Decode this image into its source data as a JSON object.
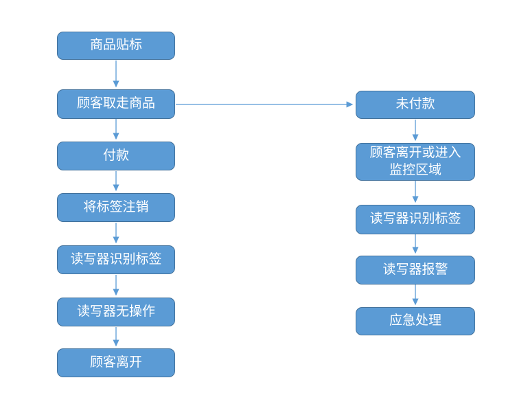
{
  "colors": {
    "background": "#ffffff",
    "node_fill": "#5b9bd5",
    "node_border": "#41719c",
    "node_text": "#ffffff",
    "arrow": "#5b9bd5"
  },
  "flowchart": {
    "left_column": [
      {
        "id": "product-labeling",
        "label": "商品贴标"
      },
      {
        "id": "customer-takes-goods",
        "label": "顾客取走商品"
      },
      {
        "id": "payment",
        "label": "付款"
      },
      {
        "id": "deactivate-tag",
        "label": "将标签注销"
      },
      {
        "id": "reader-identifies-tag",
        "label": "读写器识别标签"
      },
      {
        "id": "reader-no-action",
        "label": "读写器无操作"
      },
      {
        "id": "customer-leaves",
        "label": "顾客离开"
      }
    ],
    "right_column": [
      {
        "id": "unpaid",
        "label": "未付款"
      },
      {
        "id": "customer-leaves-or-enters-monitored-area",
        "label": "顾客离开或进入监控区域"
      },
      {
        "id": "reader-identifies-tag-right",
        "label": "读写器识别标签"
      },
      {
        "id": "reader-alarm",
        "label": "读写器报警"
      },
      {
        "id": "emergency-handling",
        "label": "应急处理"
      }
    ],
    "edges": [
      {
        "from": "product-labeling",
        "to": "customer-takes-goods"
      },
      {
        "from": "customer-takes-goods",
        "to": "payment"
      },
      {
        "from": "payment",
        "to": "deactivate-tag"
      },
      {
        "from": "deactivate-tag",
        "to": "reader-identifies-tag"
      },
      {
        "from": "reader-identifies-tag",
        "to": "reader-no-action"
      },
      {
        "from": "reader-no-action",
        "to": "customer-leaves"
      },
      {
        "from": "customer-takes-goods",
        "to": "unpaid"
      },
      {
        "from": "unpaid",
        "to": "customer-leaves-or-enters-monitored-area"
      },
      {
        "from": "customer-leaves-or-enters-monitored-area",
        "to": "reader-identifies-tag-right"
      },
      {
        "from": "reader-identifies-tag-right",
        "to": "reader-alarm"
      },
      {
        "from": "reader-alarm",
        "to": "emergency-handling"
      }
    ]
  }
}
